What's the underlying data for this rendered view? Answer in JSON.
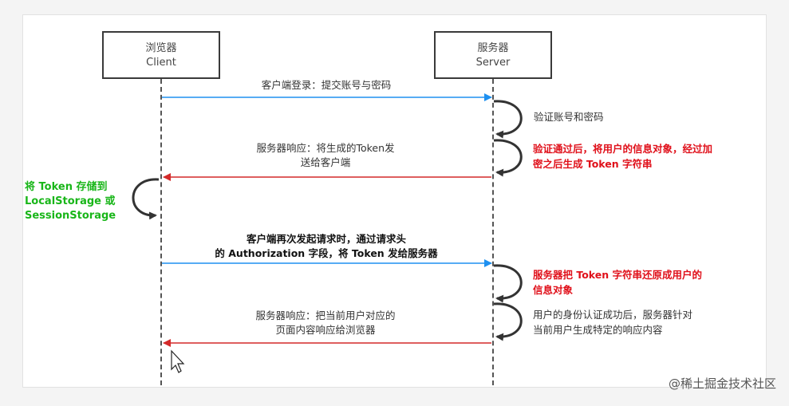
{
  "actors": {
    "client": {
      "name": "浏览器",
      "sub": "Client"
    },
    "server": {
      "name": "服务器",
      "sub": "Server"
    }
  },
  "messages": {
    "login": "客户端登录：提交账号与密码",
    "response1_line1": "服务器响应：将生成的Token发",
    "response1_line2": "送给客户端",
    "request_line1": "客户端再次发起请求时，通过请求头",
    "request_line2": "的 Authorization 字段，将 Token 发给服务器",
    "response2_line1": "服务器响应：把当前用户对应的",
    "response2_line2": "页面内容响应给浏览器"
  },
  "notes": {
    "verify": "验证账号和密码",
    "generate_line1": "验证通过后，将用户的信息对象，经过加",
    "generate_line2": "密之后生成 Token 字符串",
    "store_line1": "将 Token 存储到",
    "store_line2": "LocalStorage 或",
    "store_line3": "SessionStorage",
    "restore_line1": "服务器把 Token 字符串还原成用户的",
    "restore_line2": "信息对象",
    "auth_line1": "用户的身份认证成功后，服务器针对",
    "auth_line2": "当前用户生成特定的响应内容"
  },
  "watermark": "@稀土掘金技术社区",
  "colors": {
    "request_arrow": "#1e90f0",
    "response_arrow": "#d42a2a",
    "highlight_red": "#e0101a",
    "highlight_green": "#19b619",
    "lifeline": "#555555"
  }
}
